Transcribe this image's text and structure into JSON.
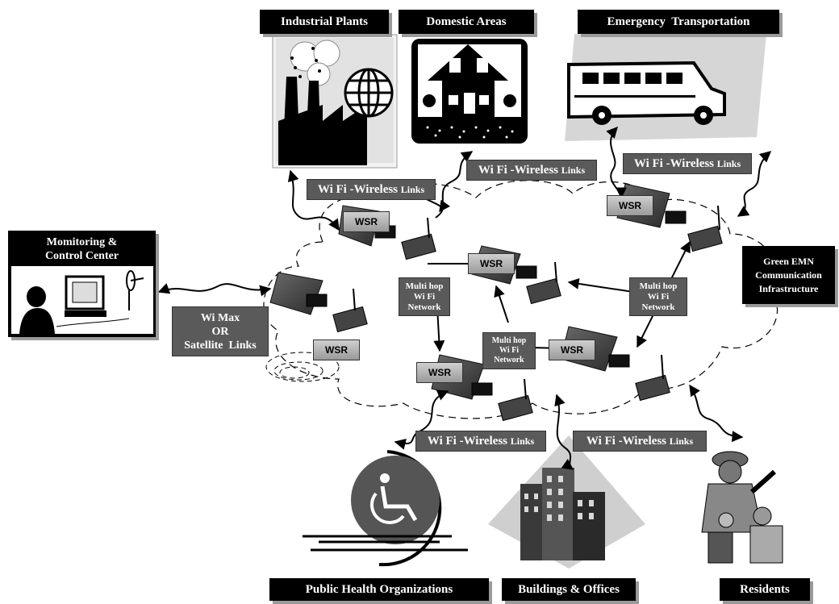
{
  "labels": {
    "industrial": "Industrial Plants",
    "domestic": "Domestic Areas",
    "emergency": "Emergency  Transportation",
    "monitoring_line1": "Momitoring &",
    "monitoring_line2": "Control Center",
    "green_line1": "Green EMN",
    "green_line2": "Communication",
    "green_line3": "Infrastructure",
    "public_health": "Public Health Organizations",
    "buildings": "Buildings & Offices",
    "residents": "Residents"
  },
  "links": {
    "wifi_main": "Wi Fi -Wireless",
    "wifi_suffix": "Links",
    "wimax_line1": "Wi Max",
    "wimax_line2": "OR",
    "wimax_line3": "Satellite  Links",
    "multihop_line1": "Multi hop",
    "multihop_line2": "Wi Fi",
    "multihop_line3": "Network"
  },
  "nodes": {
    "wsr": "WSR"
  },
  "icons": [
    "factory-icon",
    "globe-icon",
    "house-icon",
    "bus-icon",
    "operator-computer-icon",
    "satellite-dish-icon",
    "wheelchair-icon",
    "office-buildings-icon",
    "residents-people-icon",
    "solar-panel-icon",
    "sensor-board-icon"
  ]
}
